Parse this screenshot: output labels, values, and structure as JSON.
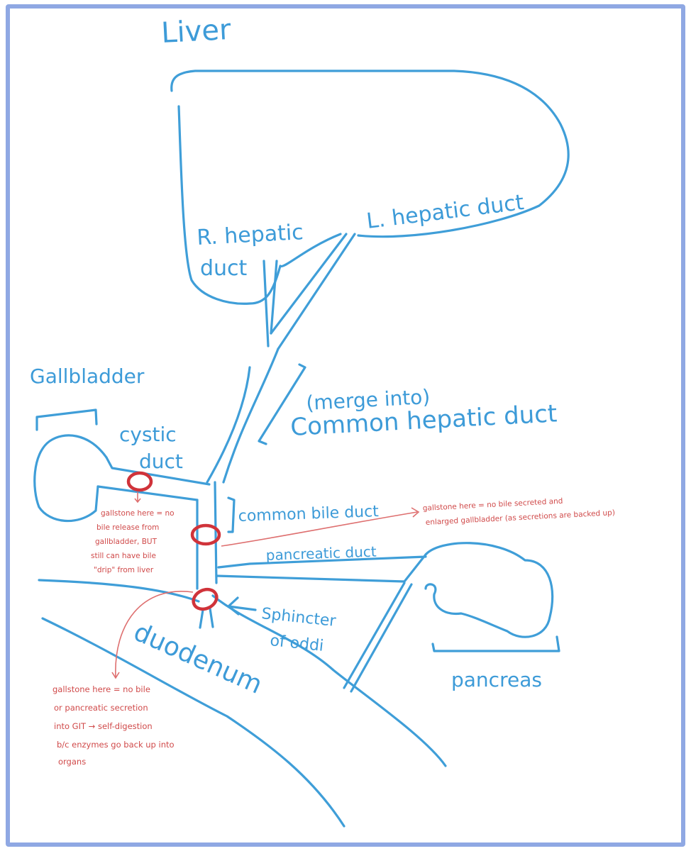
{
  "diagram": {
    "labels": {
      "liver": "Liver",
      "r_hepatic_1": "R. hepatic",
      "r_hepatic_2": "duct",
      "l_hepatic": "L. hepatic duct",
      "gallbladder": "Gallbladder",
      "cystic_1": "cystic",
      "cystic_2": "duct",
      "merge_into": "(merge into)",
      "common_hepatic": "Common hepatic duct",
      "common_bile": "common bile duct",
      "pancreatic_duct": "pancreatic duct",
      "sphincter_1": "Sphincter",
      "sphincter_2": "of oddi",
      "duodenum": "duodenum",
      "pancreas": "pancreas"
    },
    "notes": {
      "cystic_note": [
        "gallstone here = no",
        "bile release from",
        "gallbladder, BUT",
        "still can have bile",
        "\"drip\" from liver"
      ],
      "bile_note": [
        "gallstone here = no bile secreted and",
        "enlarged gallbladder (as secretions are backed up)"
      ],
      "sphincter_note": [
        "gallstone here = no bile",
        "or pancreatic secretion",
        "into GIT → self-digestion",
        "b/c enzymes go back up into",
        "organs"
      ]
    },
    "colors": {
      "ink": "#3f9ed8",
      "stone": "#d0333a",
      "note": "#d04a4a",
      "frame": "#8fa8e3"
    }
  }
}
